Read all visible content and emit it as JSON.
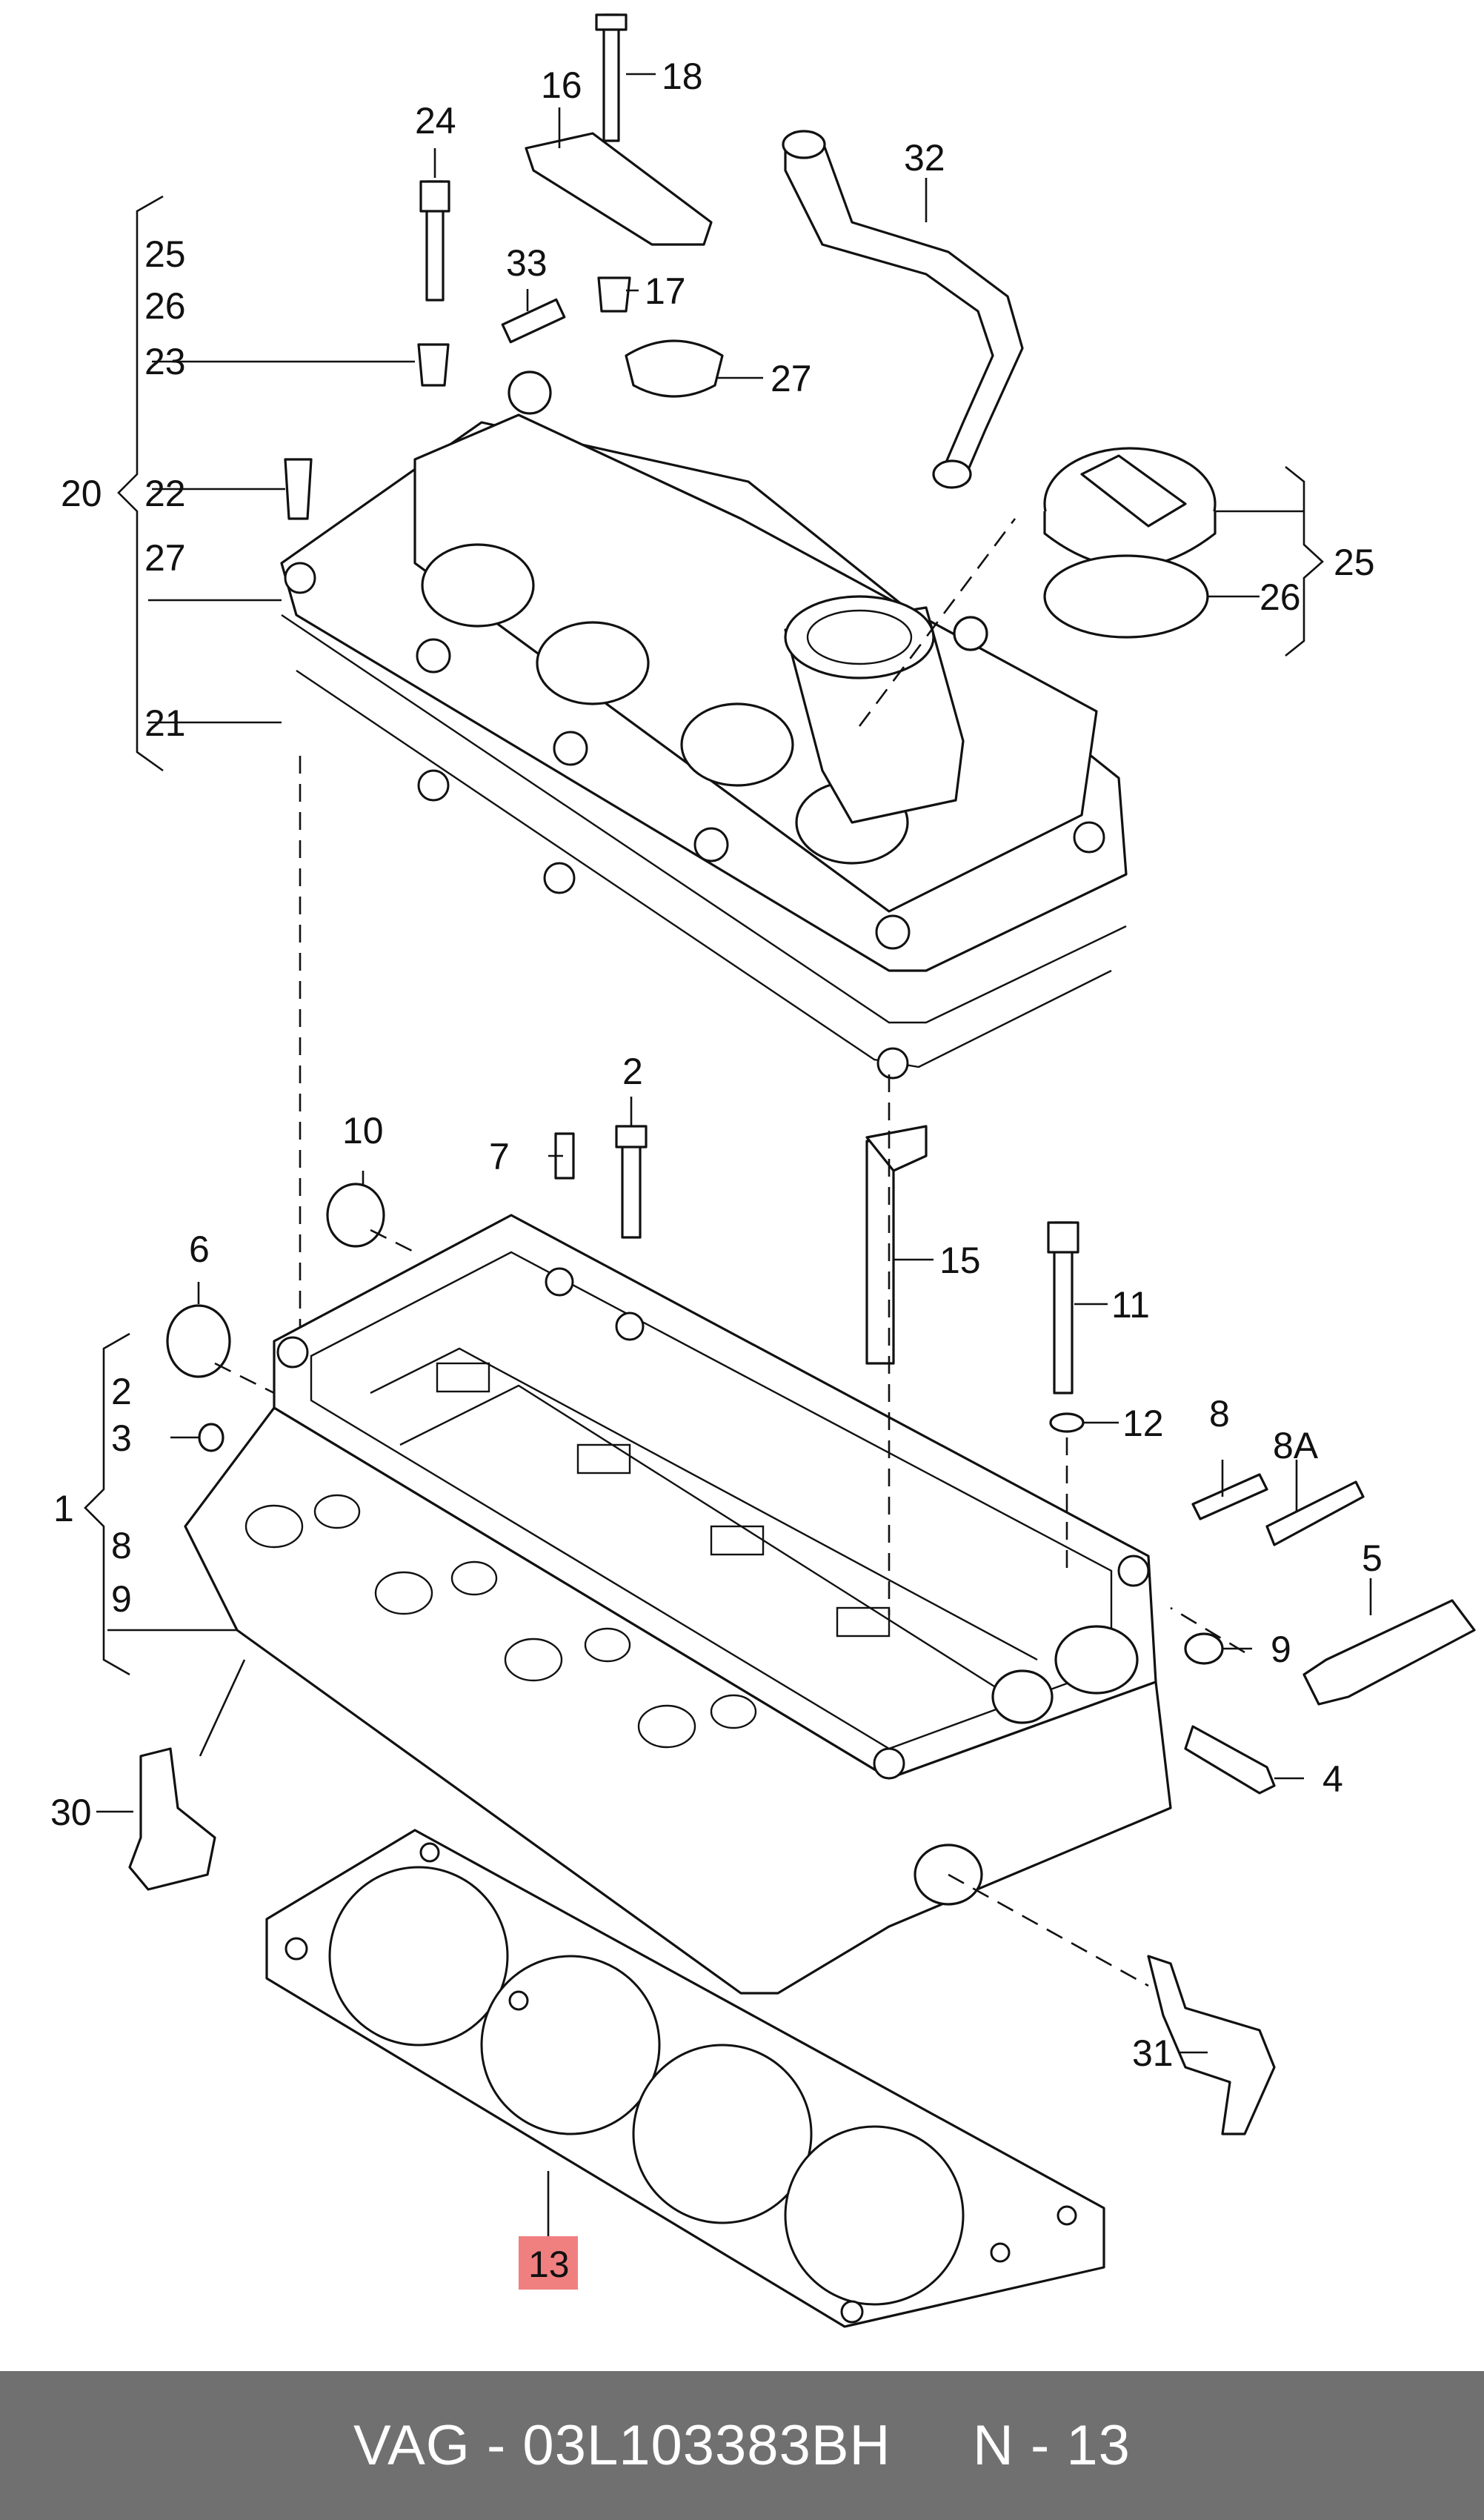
{
  "callouts": {
    "c1": "1",
    "c2a": "2",
    "c2b": "2",
    "c3": "3",
    "c4": "4",
    "c5": "5",
    "c6": "6",
    "c7": "7",
    "c8a": "8",
    "c8b": "8",
    "c8A": "8A",
    "c9a": "9",
    "c9b": "9",
    "c10": "10",
    "c11": "11",
    "c12": "12",
    "c13": "13",
    "c15": "15",
    "c16": "16",
    "c17": "17",
    "c18": "18",
    "c20": "20",
    "c21": "21",
    "c22": "22",
    "c23": "23",
    "c24": "24",
    "c25a": "25",
    "c25b": "25",
    "c26a": "26",
    "c26b": "26",
    "c27a": "27",
    "c27b": "27",
    "c30": "30",
    "c31": "31",
    "c32": "32",
    "c33": "33"
  },
  "highlight": {
    "callout": "13",
    "color": "#f08080"
  },
  "footer": {
    "text": "VAG - 03L103383BH     N - 13",
    "background": "#707070",
    "color": "#ffffff"
  }
}
